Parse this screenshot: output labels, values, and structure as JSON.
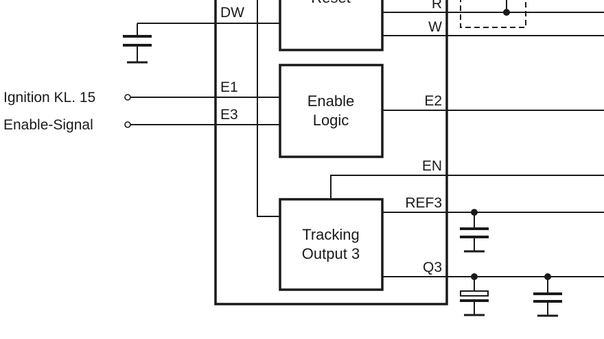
{
  "inputs": {
    "ignition": "Ignition KL. 15",
    "enable_signal": "Enable-Signal"
  },
  "pins": {
    "dw": "DW",
    "e1": "E1",
    "e3": "E3",
    "r": "R",
    "w": "W",
    "e2": "E2",
    "en": "EN",
    "ref3": "REF3",
    "q3": "Q3"
  },
  "blocks": {
    "reset_partial": "Reset",
    "enable_logic": [
      "Enable",
      "Logic"
    ],
    "tracking_output": [
      "Tracking",
      "Output 3"
    ]
  }
}
